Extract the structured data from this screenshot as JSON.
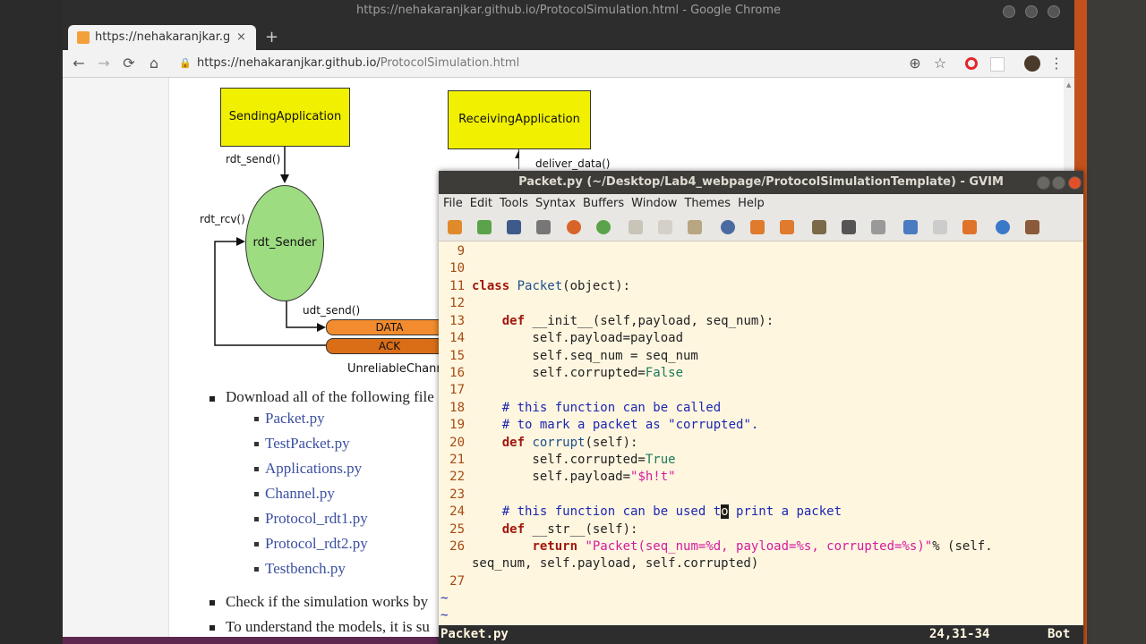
{
  "browser": {
    "window_title": "https://nehakaranjkar.github.io/ProtocolSimulation.html - Google Chrome",
    "tab_title": "https://nehakaranjkar.git",
    "tab_close": "×",
    "new_tab": "+",
    "url_host": "https://nehakaranjkar.github.io/",
    "url_path": "ProtocolSimulation.html",
    "icons": {
      "back": "←",
      "forward": "→",
      "reload": "⟳",
      "home": "⌂",
      "zoom": "⊕",
      "star": "☆",
      "menu": "⋮"
    }
  },
  "diagram": {
    "sending_app": "SendingApplication",
    "receiving_app": "ReceivingApplication",
    "rdt_send": "rdt_send()",
    "deliver_data": "deliver_data()",
    "rdt_rcv": "rdt_rcv()",
    "rdt_sender": "rdt_Sender",
    "udt_send": "udt_send()",
    "data": "DATA",
    "ack": "ACK",
    "channel": "UnreliableChann"
  },
  "page": {
    "download_text": "Download all of the following file",
    "files": [
      "Packet.py",
      "TestPacket.py",
      "Applications.py",
      "Channel.py",
      "Protocol_rdt1.py",
      "Protocol_rdt2.py",
      "Testbench.py"
    ],
    "check_text": "Check if the simulation works by",
    "understand_text": "To understand the models, it is su"
  },
  "gvim": {
    "title": "Packet.py (~/Desktop/Lab4_webpage/ProtocolSimulationTemplate) - GVIM",
    "menu": [
      "File",
      "Edit",
      "Tools",
      "Syntax",
      "Buffers",
      "Window",
      "Themes",
      "Help"
    ],
    "line_numbers": [
      "9",
      "10",
      "11",
      "12",
      "13",
      "14",
      "15",
      "16",
      "17",
      "18",
      "19",
      "20",
      "21",
      "22",
      "23",
      "24",
      "25",
      "26",
      "",
      "27"
    ],
    "code": {
      "l11_kw": "class",
      "l11_name": " Packet",
      "l11_rest": "(object):",
      "l13_kw": "def",
      "l13_rest": " __init__(self,payload, seq_num):",
      "l14": "        self.payload=payload",
      "l15": "        self.seq_num = seq_num",
      "l16_a": "        self.corrupted=",
      "l16_b": "False",
      "l18": "# this function can be called",
      "l19": "# to mark a packet as \"corrupted\".",
      "l20_kw": "def",
      "l20_name": " corrupt",
      "l20_rest": "(self):",
      "l21_a": "        self.corrupted=",
      "l21_b": "True",
      "l22_a": "        self.payload=",
      "l22_b": "\"$h!t\"",
      "l24_a": "# this function can be used t",
      "l24_cur": "o",
      "l24_b": " print a packet",
      "l25_kw": "def",
      "l25_rest": " __str__(self):",
      "l26_kw": "return",
      "l26_str": "\"Packet(seq_num=%d, payload=%s, corrupted=%s)\"",
      "l26_rest": "% (self.",
      "l26_wrap": "seq_num, self.payload, self.corrupted)"
    },
    "tildes": [
      "~",
      "~"
    ],
    "status_file": "Packet.py",
    "status_pos": "24,31-34",
    "status_scroll": "Bot"
  },
  "colors": {
    "box_fill": "#f0f000",
    "sender_fill": "#9edc82",
    "pipe_fill": "#f28c2e",
    "gvim_bg": "#fff6e0"
  }
}
